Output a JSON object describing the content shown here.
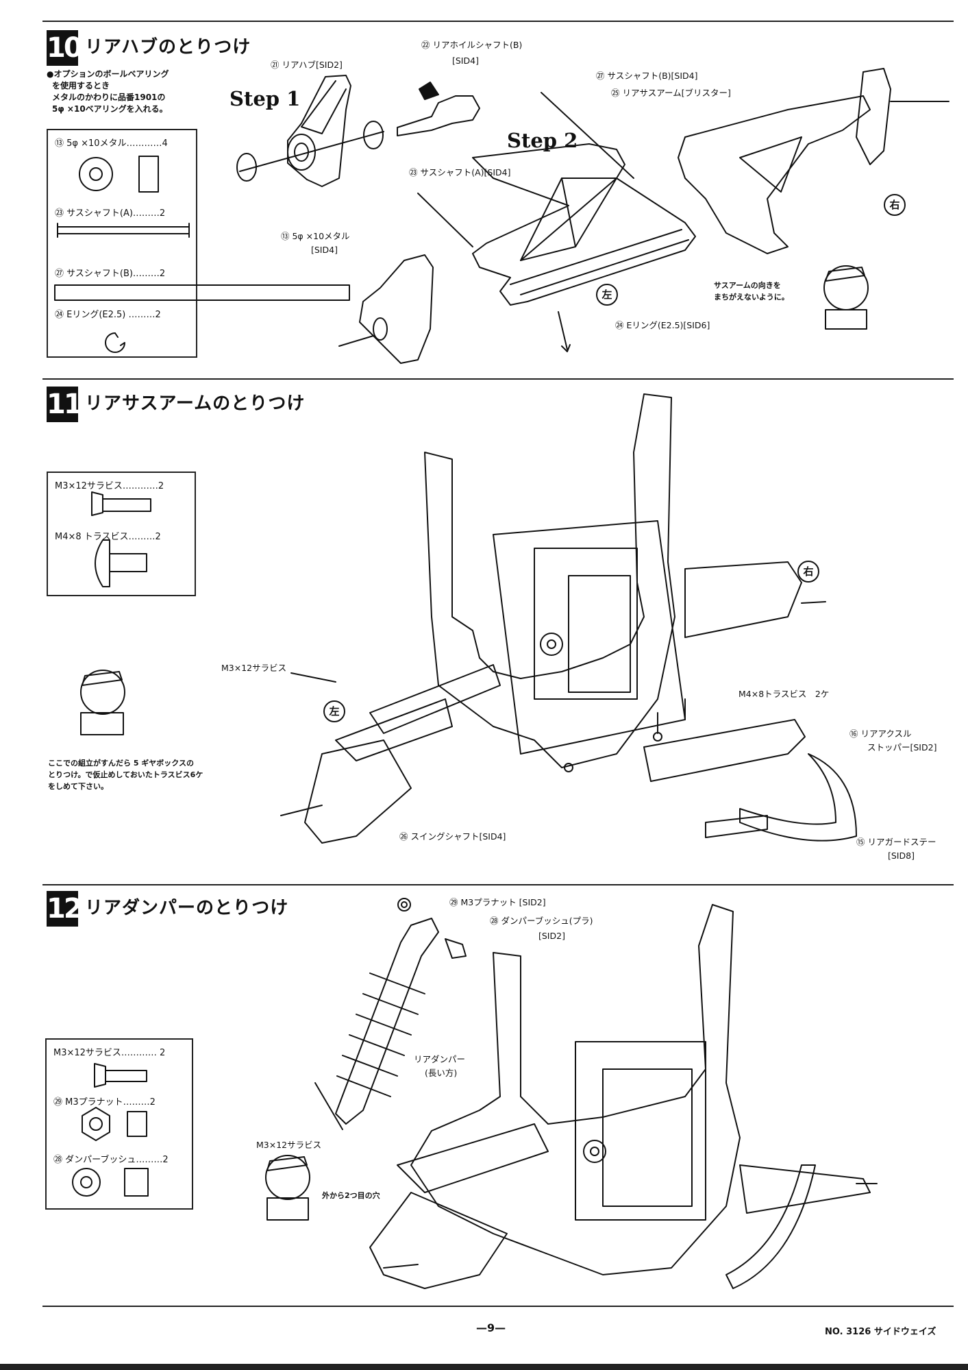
{
  "sections": [
    {
      "number": "10",
      "title": "リアハブのとりつけ"
    },
    {
      "number": "11",
      "title": "リアサスアームのとりつけ"
    },
    {
      "number": "12",
      "title": "リアダンパーのとりつけ"
    }
  ],
  "sec10": {
    "option_note": [
      "●オプションのボールベアリング",
      "を使用するとき",
      "メタルのかわりに品番1901の",
      "5φ ×10ベアリングを入れる。"
    ],
    "parts": [
      {
        "text": "⑬ 5φ ×10メタル…………4"
      },
      {
        "text": "㉓ サスシャフト(A)………2"
      },
      {
        "text": "㉗ サスシャフト(B)………2"
      },
      {
        "text": "㉔ Eリング(E2.5) ………2"
      }
    ],
    "step1": "Step 1",
    "step2": "Step 2",
    "labels": {
      "rear_hub": "㉑ リアハブ[SID2]",
      "wheel_shaft_1": "㉒ リアホイルシャフト(B)",
      "wheel_shaft_2": "[SID4]",
      "sus_shaft_b": "㉗ サスシャフト(B)[SID4]",
      "sus_arm": "㉕ リアサスアーム[ブリスター]",
      "sus_shaft_a": "㉓ サスシャフト(A)[SID4]",
      "metal_1": "⑬ 5φ ×10メタル",
      "metal_2": "[SID4]",
      "e_ring": "㉔ Eリング(E2.5)[SID6]",
      "mascot_note_1": "サスアームの向きを",
      "mascot_note_2": "まちがえないように。",
      "left": "左",
      "right": "右"
    }
  },
  "sec11": {
    "parts": [
      {
        "text": "M3×12サラビス…………2"
      },
      {
        "text": "M4×8 トラスビス………2"
      }
    ],
    "labels": {
      "m3": "M3×12サラビス",
      "m4": "M4×8トラスビス　2ケ",
      "stopper_1": "⑯ リアアクスル",
      "stopper_2": "ストッパー[SID2]",
      "swing": "㉖ スイングシャフト[SID4]",
      "guard_1": "⑮ リアガードステー",
      "guard_2": "[SID8]",
      "left": "左",
      "right": "右"
    },
    "note": [
      "ここでの組立がすんだら 5 ギヤボックスの",
      "とりつけ。で仮止めしておいたトラスビス6ケ",
      "をしめて下さい。"
    ]
  },
  "sec12": {
    "parts": [
      {
        "text": "M3×12サラビス………… 2"
      },
      {
        "text": "㉙ M3プラナット………2"
      },
      {
        "text": "㉘ ダンパーブッシュ………2"
      }
    ],
    "labels": {
      "nut": "㉙ M3プラナット [SID2]",
      "bush_1": "㉘ ダンパーブッシュ(プラ)",
      "bush_2": "[SID2]",
      "damper_1": "リアダンパー",
      "damper_2": "(長い方)",
      "m3": "M3×12サラビス",
      "hole_note": "外から2つ目の穴"
    }
  },
  "footer": {
    "page": "—9—",
    "model": "NO. 3126 サイドウェイズ"
  }
}
